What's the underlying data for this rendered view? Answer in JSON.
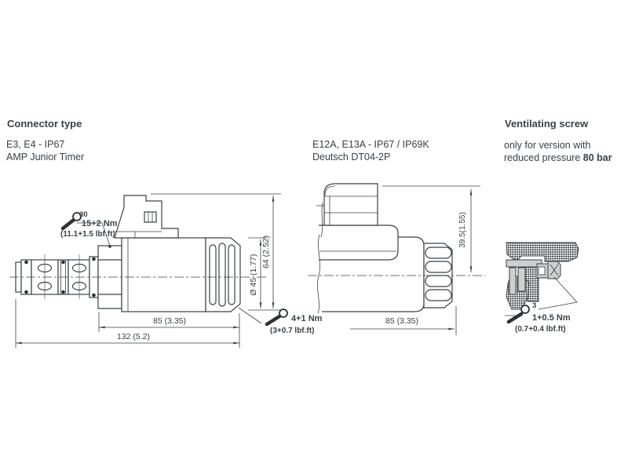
{
  "colors": {
    "line": "#3d4144",
    "text": "#3c4144",
    "gray_fill": "#cfcfcf"
  },
  "labels": {
    "connector_type": {
      "heading": "Connector type",
      "v1_line1": "E3, E4 - IP67",
      "v1_line2": "AMP Junior Timer",
      "v2_line1": "E12A, E13A - IP67 / IP69K",
      "v2_line2": "Deutsch DT04-2P"
    },
    "ventilating_screw": {
      "heading": "Ventilating screw",
      "line1": "only for version with",
      "line2_prefix": "reduced pressure ",
      "line2_bold": "80 bar"
    }
  },
  "drawing_amp": {
    "wrench_size": "30",
    "torque_nm": "15+2 Nm",
    "torque_lbf": "(11.1+1.5 lbf.ft)",
    "dim_coil_length": "85 (3.35)",
    "dim_total_length": "132 (5.2)",
    "dim_diameter": "Ø 45 (1.77)",
    "dim_height": "64 (2.52)"
  },
  "drawing_deutsch": {
    "torque_nm": "4+1 Nm",
    "torque_lbf": "(3+0.7 lbf.ft)",
    "dim_coil_length": "85 (3.35)",
    "dim_height": "39.5(1.55)"
  },
  "drawing_vent": {
    "wrench_size": "3",
    "torque_nm": "1+0.5 Nm",
    "torque_lbf": "(0.7+0.4 lbf.ft)"
  }
}
